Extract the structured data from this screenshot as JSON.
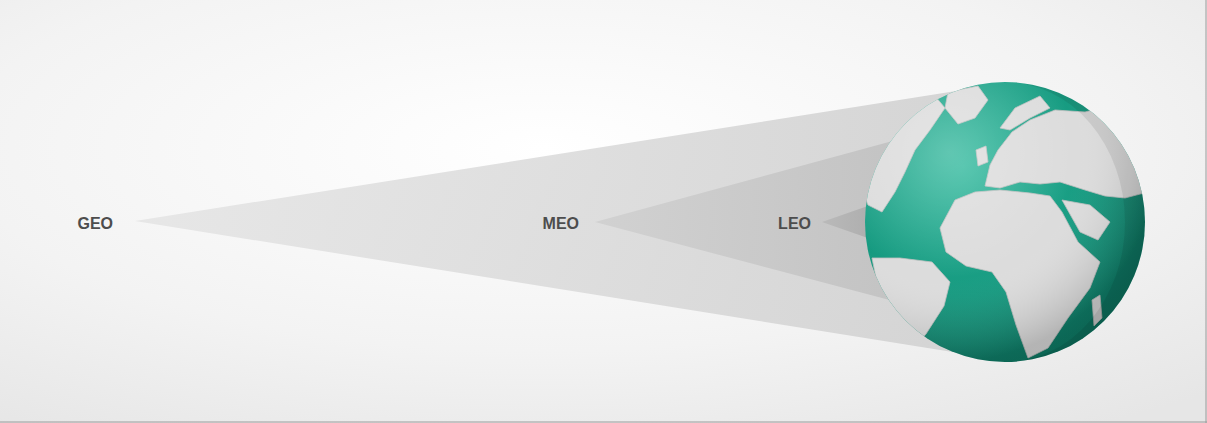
{
  "diagram": {
    "labels": [
      "GEO",
      "MEO",
      "LEO"
    ]
  }
}
